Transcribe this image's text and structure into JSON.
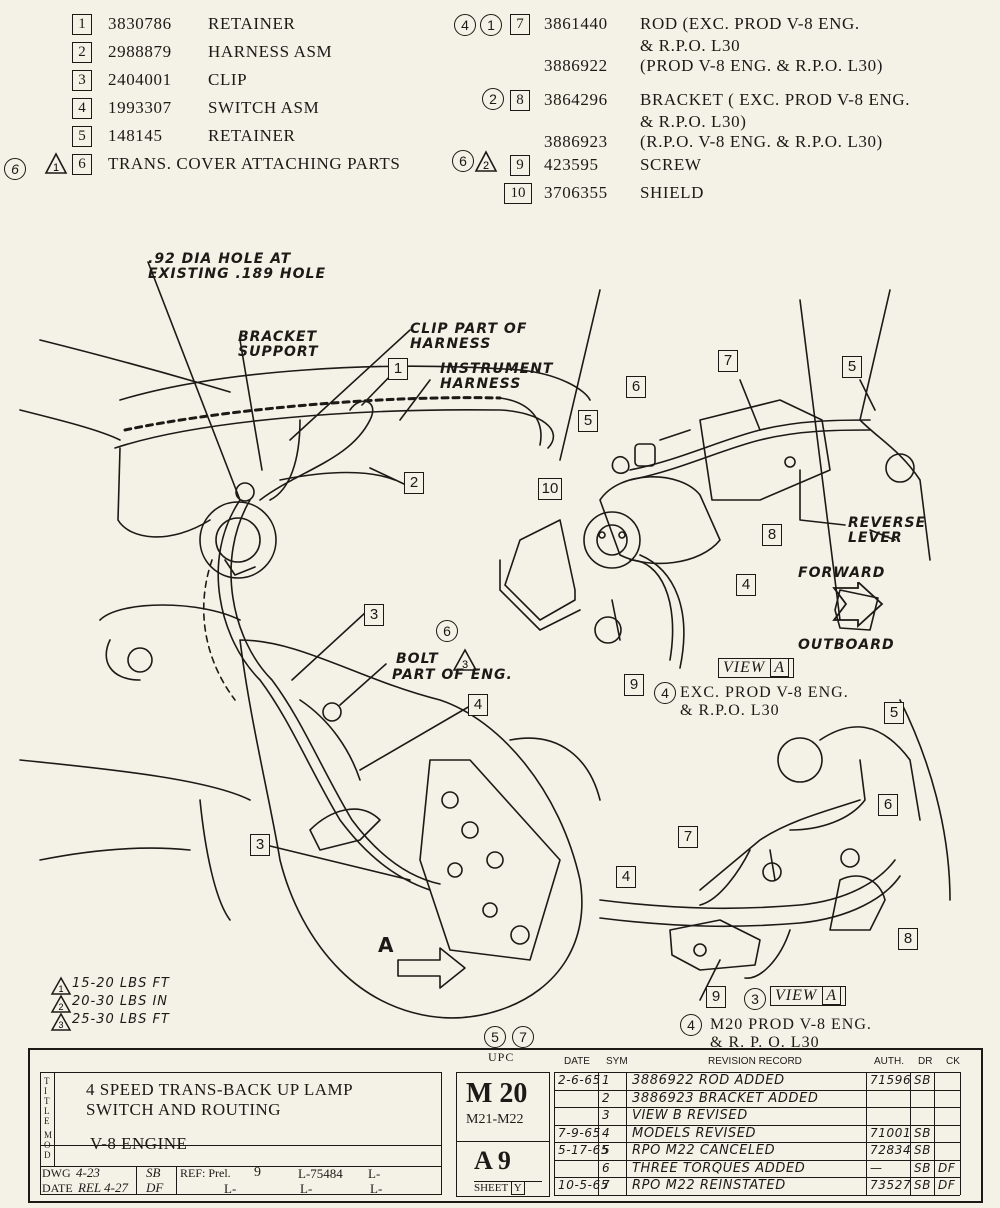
{
  "parts_left": [
    {
      "no": "1",
      "part": "3830786",
      "desc": "RETAINER"
    },
    {
      "no": "2",
      "part": "2988879",
      "desc": "HARNESS ASM"
    },
    {
      "no": "3",
      "part": "2404001",
      "desc": "CLIP"
    },
    {
      "no": "4",
      "part": "1993307",
      "desc": "SWITCH ASM"
    },
    {
      "no": "5",
      "part": "148145",
      "desc": "RETAINER"
    },
    {
      "no": "6",
      "part": "",
      "desc": "TRANS. COVER ATTACHING PARTS",
      "flag": "6",
      "delta": "1"
    }
  ],
  "parts_right": [
    {
      "no": "7",
      "part": "3861440",
      "desc": "ROD (EXC. PROD V-8 ENG.",
      "flags": "4 1"
    },
    {
      "no": "",
      "part": "",
      "desc": "& R.P.O. L30"
    },
    {
      "no": "",
      "part": "3886922",
      "desc": "(PROD V-8 ENG. & R.P.O. L30)"
    },
    {
      "no": "8",
      "part": "3864296",
      "desc": "BRACKET ( EXC. PROD V-8 ENG.",
      "flags": "2"
    },
    {
      "no": "",
      "part": "",
      "desc": "& R.P.O. L30)"
    },
    {
      "no": "",
      "part": "3886923",
      "desc": "(R.P.O. V-8 ENG. & R.P.O. L30)"
    },
    {
      "no": "9",
      "part": "423595",
      "desc": "SCREW",
      "flags": "6",
      "delta": "2"
    },
    {
      "no": "10",
      "part": "3706355",
      "desc": "SHIELD"
    }
  ],
  "callouts": {
    "hole": ".92 DIA HOLE AT\nEXISTING .189 HOLE",
    "bracket": "BRACKET\nSUPPORT",
    "clip": "CLIP PART OF\nHARNESS",
    "instr": "INSTRUMENT\nHARNESS",
    "bolt": "BOLT",
    "bolt2": "PART OF ENG.",
    "reverse": "REVERSE\nLEVER",
    "forward": "FORWARD",
    "outboard": "OUTBOARD",
    "arrow_a": "A"
  },
  "views": {
    "view_a_top_label": "VIEW",
    "view_a_top_letter": "A",
    "view_a_top_note1": "EXC. PROD V-8 ENG.",
    "view_a_top_note2": "& R.P.O. L30",
    "view_a_bot_label": "VIEW",
    "view_a_bot_letter": "A",
    "view_a_bot_note1": "M20 PROD V-8 ENG.",
    "view_a_bot_note2": "& R. P. O. L30",
    "circle_4": "4",
    "circle_3": "3",
    "circle_5": "5",
    "circle_7": "7",
    "circle_6": "6",
    "circle_b": "6"
  },
  "torques": [
    "15-20 LBS FT",
    "20-30 LBS IN",
    "25-30 LBS FT"
  ],
  "title_block": {
    "title_side": "TITLE",
    "mod_side": "MOD",
    "title1": "4 SPEED TRANS-BACK UP LAMP",
    "title2": "SWITCH AND ROUTING",
    "mod": "V-8 ENGINE",
    "dwg_label": "DWG",
    "dwg_val": "4-23",
    "dwg_by": "SB",
    "date_label": "DATE",
    "date_val": "REL 4-27",
    "date_by": "DF",
    "ref_label": "REF: Prel.",
    "ref_val": "9",
    "ref_l": "L-75484",
    "l1": "L-",
    "l2": "L-",
    "l3": "L-",
    "l4": "L-",
    "upc_label": "UPC",
    "upc_main": "M 20",
    "upc_sub": "M21-M22",
    "sheet_code": "A 9",
    "sheet_label": "SHEET",
    "sheet_val": "Y",
    "rev_headers": [
      "DATE",
      "SYM",
      "REVISION RECORD",
      "AUTH.",
      "DR",
      "CK"
    ],
    "revisions": [
      {
        "date": "2-6-65",
        "sym": "1",
        "text": "3886922 ROD ADDED",
        "auth": "71596",
        "dr": "SB",
        "ck": ""
      },
      {
        "date": "",
        "sym": "2",
        "text": "3886923 BRACKET ADDED",
        "auth": "",
        "dr": "",
        "ck": ""
      },
      {
        "date": "",
        "sym": "3",
        "text": "VIEW B REVISED",
        "auth": "",
        "dr": "",
        "ck": ""
      },
      {
        "date": "7-9-65",
        "sym": "4",
        "text": "MODELS REVISED",
        "auth": "71001",
        "dr": "SB",
        "ck": ""
      },
      {
        "date": "5-17-65",
        "sym": "5",
        "text": "RPO M22 CANCELED",
        "auth": "72834",
        "dr": "SB",
        "ck": ""
      },
      {
        "date": "",
        "sym": "6",
        "text": "THREE TORQUES ADDED",
        "auth": "—",
        "dr": "SB",
        "ck": "DF"
      },
      {
        "date": "10-5-65",
        "sym": "7",
        "text": "RPO M22 REINSTATED",
        "auth": "73527",
        "dr": "SB",
        "ck": "DF"
      }
    ]
  }
}
